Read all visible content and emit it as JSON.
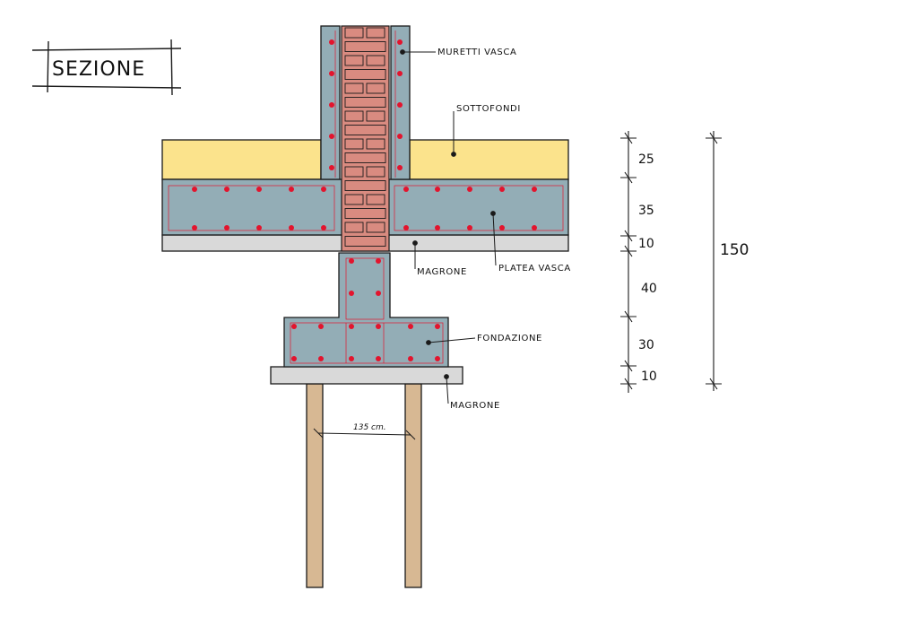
{
  "title": "SEZIONE",
  "labels": {
    "muretti": "MURETTI VASCA",
    "sottofondi": "SOTTOFONDI",
    "magrone_top": "MAGRONE",
    "platea": "PLATEA VASCA",
    "fondazione": "FONDAZIONE",
    "magrone_bottom": "MAGRONE",
    "pile_spacing": "135 cm."
  },
  "dimensions": {
    "d1": "25",
    "d2": "35",
    "d3": "10",
    "d4": "40",
    "d5": "30",
    "d6": "10",
    "total": "150"
  },
  "colors": {
    "soil": "#fbe38c",
    "concrete": "#93adb6",
    "magrone": "#d9d9d9",
    "brick": "#d98b80",
    "wood": "#d7b893",
    "rebar": "#e3142d",
    "line": "#1a1a1a"
  }
}
